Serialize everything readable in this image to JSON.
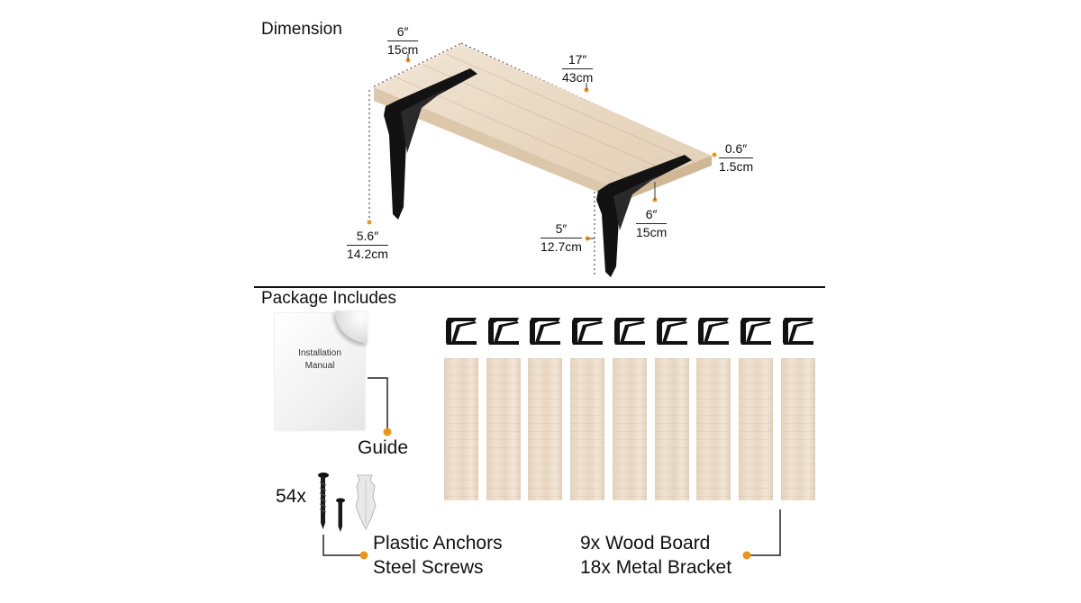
{
  "headings": {
    "dimension": "Dimension",
    "package": "Package Includes"
  },
  "dimensions": {
    "board_depth": {
      "inch": "6″",
      "cm": "15cm"
    },
    "board_length": {
      "inch": "17″",
      "cm": "43cm"
    },
    "board_thickness": {
      "inch": "0.6″",
      "cm": "1.5cm"
    },
    "bracket_height": {
      "inch": "5.6″",
      "cm": "14.2cm"
    },
    "bracket_vertical": {
      "inch": "5″",
      "cm": "12.7cm"
    },
    "bracket_arm": {
      "inch": "6″",
      "cm": "15cm"
    }
  },
  "manual": {
    "line1": "Installation",
    "line2": "Manual"
  },
  "items": {
    "guide": "Guide",
    "screw_count": "54x",
    "anchors": "Plastic Anchors",
    "screws": "Steel Screws",
    "boards": "9x Wood Board",
    "brackets": "18x Metal Bracket"
  },
  "counts": {
    "boards_shown": 9,
    "brackets_shown": 9
  },
  "colors": {
    "accent": "#e8961e",
    "wood": "#ead9c4",
    "metal": "#111111"
  }
}
